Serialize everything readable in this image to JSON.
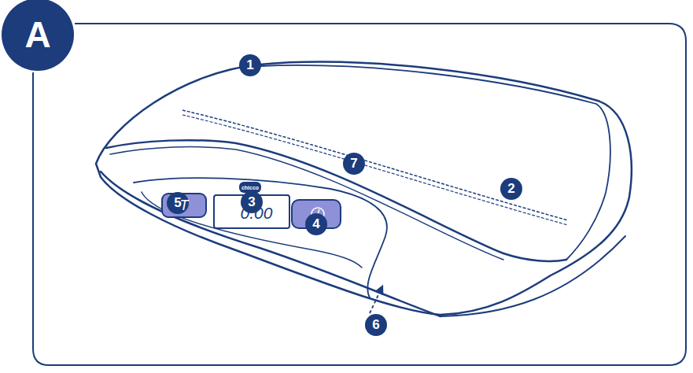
{
  "diagram": {
    "nodes": [
      {
        "text": [
          "A"
        ]
      },
      {
        "text": [
          "1"
        ]
      },
      {
        "text": [
          "7"
        ]
      },
      {
        "text": [
          "2"
        ]
      },
      {
        "text": [
          "5"
        ]
      },
      {
        "text": [
          "3"
        ]
      },
      {
        "text": [
          "4"
        ]
      },
      {
        "text": [
          "6"
        ]
      }
    ],
    "labels": [
      "chicco",
      "T",
      "0.00"
    ]
  }
}
